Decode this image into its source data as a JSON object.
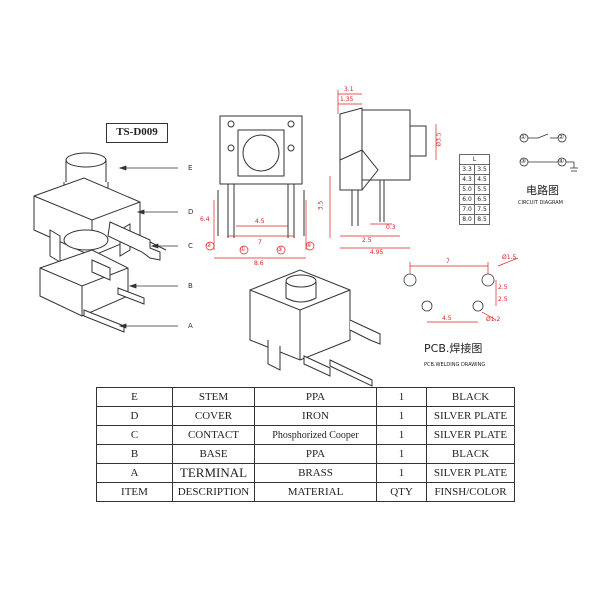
{
  "model_number": "TS-D009",
  "callouts": [
    "E",
    "D",
    "C",
    "B",
    "A"
  ],
  "front_view": {
    "dims": [
      "6.4",
      "4.5",
      "7",
      "8.6"
    ],
    "pins": [
      "①",
      "②",
      "③",
      "④"
    ]
  },
  "side_view": {
    "dims": [
      "3.1",
      "1.35",
      "Ø3.5",
      "3.5",
      "0.3",
      "2.5",
      "4.95"
    ]
  },
  "dimension_table": {
    "header": "L",
    "rows": [
      [
        "3.3",
        "3.5"
      ],
      [
        "4.3",
        "4.5"
      ],
      [
        "5.0",
        "5.5"
      ],
      [
        "6.0",
        "6.5"
      ],
      [
        "7.0",
        "7.5"
      ],
      [
        "8.0",
        "8.5"
      ]
    ]
  },
  "circuit": {
    "pins": [
      "①",
      "②",
      "③",
      "④"
    ],
    "title_cn": "电路图",
    "title_en": "CIRCUIT DIAGRAM"
  },
  "pcb": {
    "dims": [
      "7",
      "Ø1.5",
      "2.5",
      "2.5",
      "4.5",
      "Ø1.2"
    ],
    "title_cn": "PCB.焊接图",
    "title_en": "PCB.WELDING DRAWING"
  },
  "bom": {
    "rows": [
      [
        "E",
        "STEM",
        "PPA",
        "1",
        "BLACK"
      ],
      [
        "D",
        "COVER",
        "IRON",
        "1",
        "SILVER PLATE"
      ],
      [
        "C",
        "CONTACT",
        "Phosphorized Cooper",
        "1",
        "SILVER PLATE"
      ],
      [
        "B",
        "BASE",
        "PPA",
        "1",
        "BLACK"
      ],
      [
        "A",
        "TERMINAL",
        "BRASS",
        "1",
        "SILVER PLATE"
      ]
    ],
    "header": [
      "ITEM",
      "DESCRIPTION",
      "MATERIAL",
      "QTY",
      "FINSH/COLOR"
    ]
  },
  "colors": {
    "dimension": "#d22222",
    "line": "#333333"
  }
}
